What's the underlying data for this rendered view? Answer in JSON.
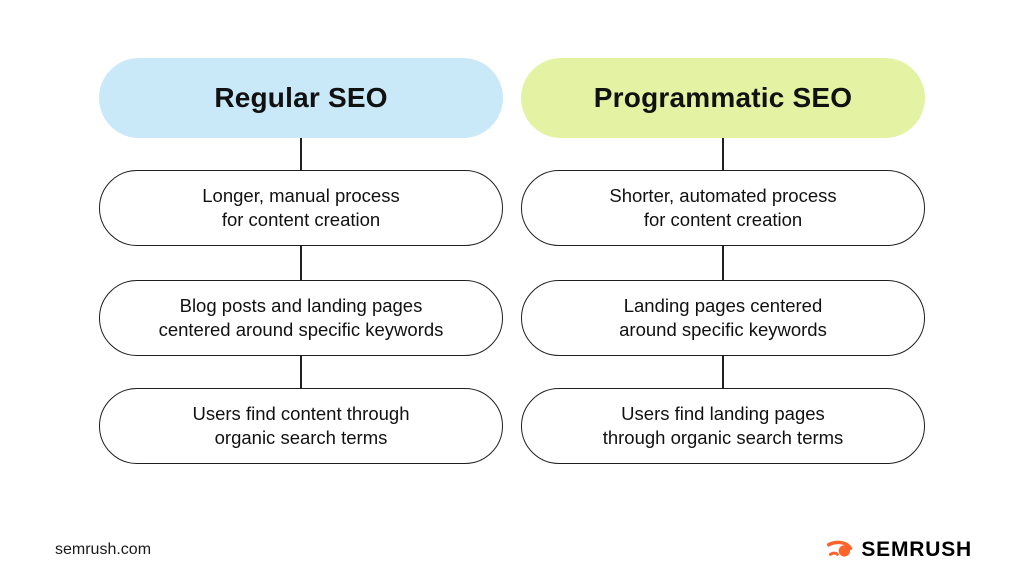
{
  "title": "Regular SEO vs Programmatic SEO comparison diagram",
  "columns": [
    {
      "header": "Regular SEO",
      "items": [
        "Longer, manual process\nfor content creation",
        "Blog posts and landing pages\ncentered around specific keywords",
        "Users find content through\norganic search terms"
      ]
    },
    {
      "header": "Programmatic SEO",
      "items": [
        "Shorter, automated process\nfor content creation",
        "Landing pages centered\naround specific keywords",
        "Users find landing pages\nthrough organic search terms"
      ]
    }
  ],
  "footer": {
    "site": "semrush.com",
    "logo_text": "SEMRUSH"
  },
  "colors": {
    "page-bg": "#ffffff",
    "header-left-bg": "#c9e8f8",
    "header-right-bg": "#e3f2a3",
    "border-color": "#1f1f1f",
    "text-color": "#111111",
    "logo-accent": "#ff642d"
  }
}
